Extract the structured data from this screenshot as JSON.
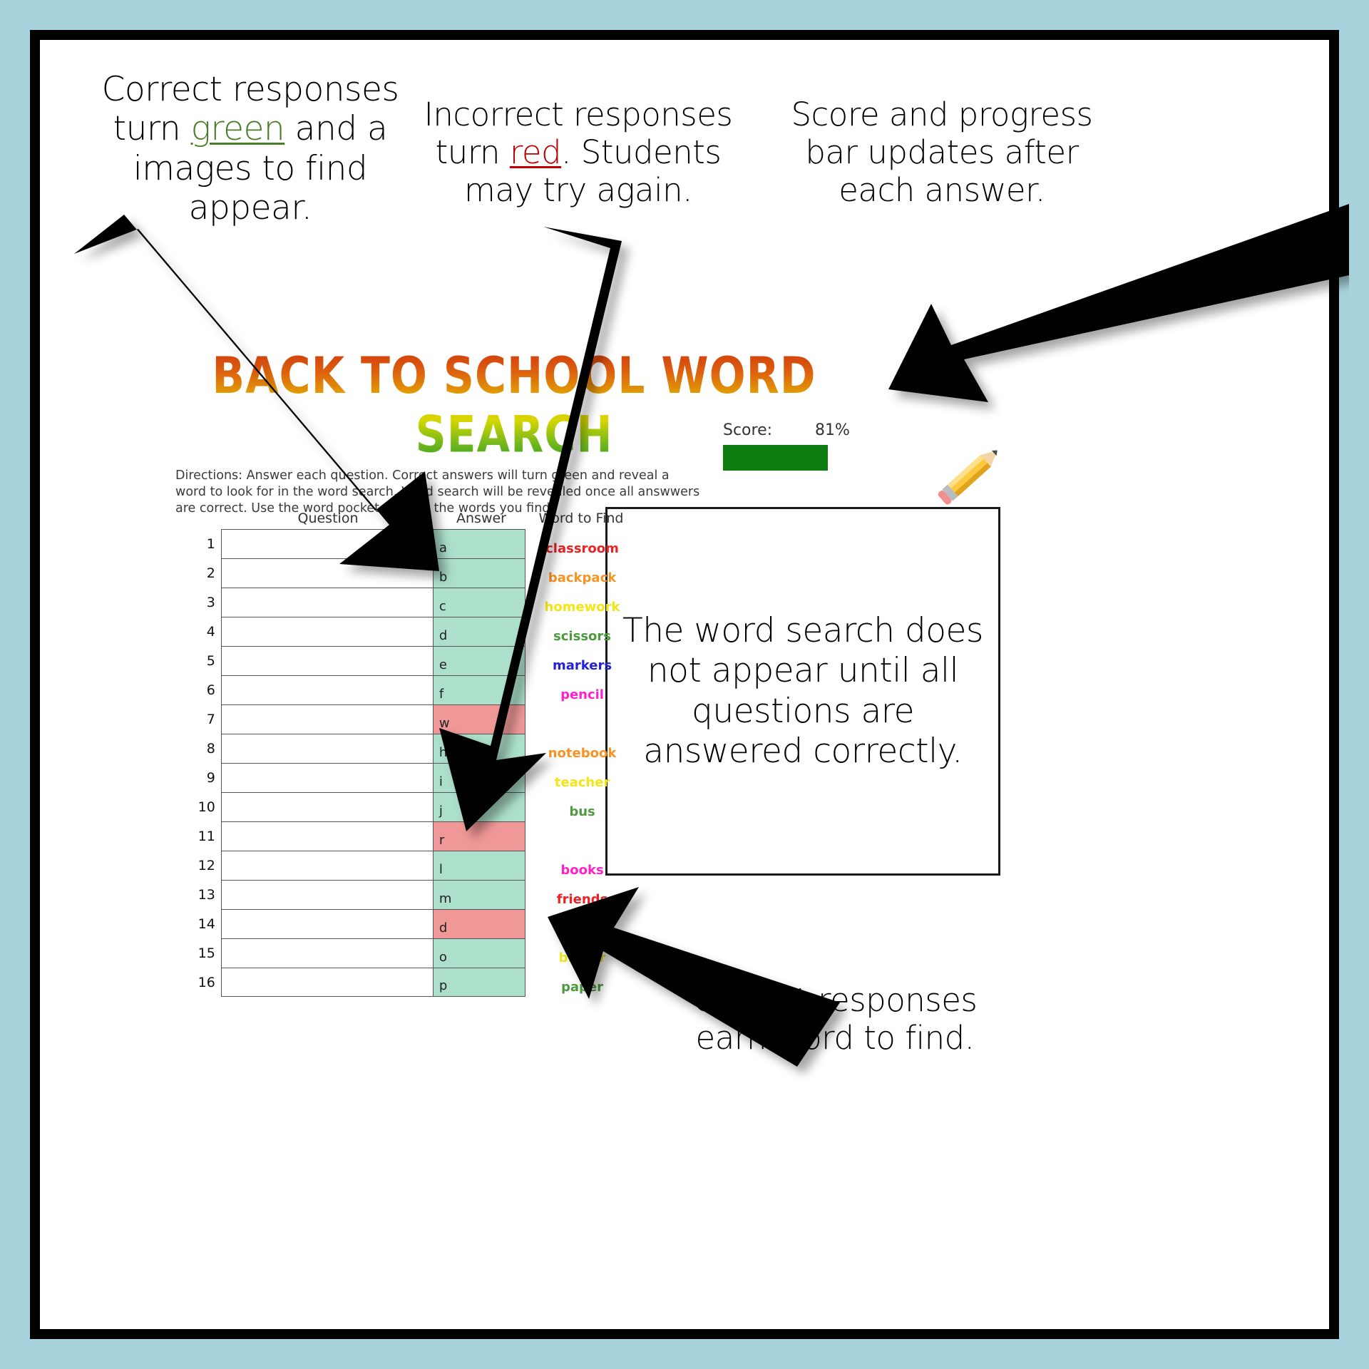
{
  "annotations": {
    "correct_green": {
      "before": "Correct responses turn ",
      "highlight": "green",
      "after": " and a images to find appear."
    },
    "incorrect_red": {
      "before": "Incorrect responses turn ",
      "highlight": "red",
      "after": ".  Students may try again."
    },
    "score_bar": "Score and progress bar updates after each answer.",
    "earn_word": "Correct responses earn word to find.",
    "callout": "The word search does not appear until all questions are answered correctly."
  },
  "worksheet": {
    "title": "BACK TO SCHOOL WORD SEARCH",
    "directions": "Directions: Answer each question.  Correct answers will turn green and reveal a word to look for in the word search.  Word search will be revealed once all answwers are correct.  Use the word pocket to fill in the words you find.",
    "score": {
      "label": "Score:",
      "value": "81%",
      "percent": 81,
      "bar_color": "#0d7d12"
    },
    "table": {
      "headers": {
        "number": "",
        "question": "Question",
        "answer": "Answer",
        "word": "Word to Find"
      },
      "rows": [
        {
          "number": "1",
          "question": "",
          "answer": "a",
          "state": "correct",
          "word": "classroom",
          "word_color": "#ee2222"
        },
        {
          "number": "2",
          "question": "",
          "answer": "b",
          "state": "correct",
          "word": "backpack",
          "word_color": "#f59324"
        },
        {
          "number": "3",
          "question": "",
          "answer": "c",
          "state": "correct",
          "word": "homework",
          "word_color": "#f5e513"
        },
        {
          "number": "4",
          "question": "",
          "answer": "d",
          "state": "correct",
          "word": "scissors",
          "word_color": "#4d9a3f"
        },
        {
          "number": "5",
          "question": "",
          "answer": "e",
          "state": "correct",
          "word": "markers",
          "word_color": "#2222dd"
        },
        {
          "number": "6",
          "question": "",
          "answer": "f",
          "state": "correct",
          "word": "pencil",
          "word_color": "#ff22cc"
        },
        {
          "number": "7",
          "question": "",
          "answer": "w",
          "state": "incorrect",
          "word": "",
          "word_color": "#000000"
        },
        {
          "number": "8",
          "question": "",
          "answer": "h",
          "state": "correct",
          "word": "notebook",
          "word_color": "#f59324"
        },
        {
          "number": "9",
          "question": "",
          "answer": "i",
          "state": "correct",
          "word": "teacher",
          "word_color": "#f5e513"
        },
        {
          "number": "10",
          "question": "",
          "answer": "j",
          "state": "correct",
          "word": "bus",
          "word_color": "#4d9a3f"
        },
        {
          "number": "11",
          "question": "",
          "answer": "r",
          "state": "incorrect",
          "word": "",
          "word_color": "#000000"
        },
        {
          "number": "12",
          "question": "",
          "answer": "l",
          "state": "correct",
          "word": "books",
          "word_color": "#ff22cc"
        },
        {
          "number": "13",
          "question": "",
          "answer": "m",
          "state": "correct",
          "word": "friends",
          "word_color": "#ee2222"
        },
        {
          "number": "14",
          "question": "",
          "answer": "d",
          "state": "incorrect",
          "word": "",
          "word_color": "#000000"
        },
        {
          "number": "15",
          "question": "",
          "answer": "o",
          "state": "correct",
          "word": "binder",
          "word_color": "#f5e513"
        },
        {
          "number": "16",
          "question": "",
          "answer": "p",
          "state": "correct",
          "word": "paper",
          "word_color": "#4d9a3f"
        }
      ]
    }
  },
  "colors": {
    "page_background": "#a9d3dc",
    "frame_border": "#000000",
    "correct_cell": "#ace0ca",
    "incorrect_cell": "#ef9897",
    "green_text": "#4a7d28",
    "red_text": "#c00000"
  }
}
